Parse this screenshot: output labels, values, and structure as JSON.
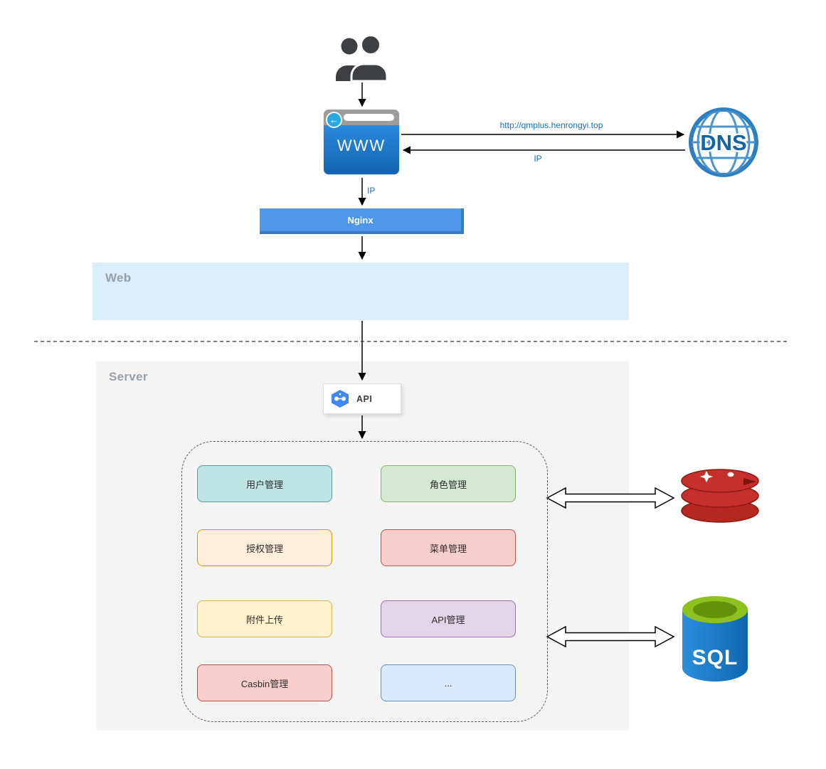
{
  "browser": {
    "label": "WWW"
  },
  "dns": {
    "label": "DNS"
  },
  "connections": {
    "browser_to_dns": "http://qmplus.henrongyi.top",
    "dns_to_browser": "IP",
    "browser_to_nginx": "IP"
  },
  "nginx": {
    "label": "Nginx"
  },
  "regions": {
    "web": "Web",
    "server": "Server"
  },
  "api": {
    "label": "API"
  },
  "modules": [
    {
      "label": "用户管理",
      "fill": "#bfe2e2",
      "border": "#5f9ea0"
    },
    {
      "label": "角色管理",
      "fill": "#d5e8d4",
      "border": "#82b366"
    },
    {
      "label": "授权管理",
      "fill": "#ffeedb",
      "border": "#d79b00"
    },
    {
      "label": "菜单管理",
      "fill": "#f8cecc",
      "border": "#b85450"
    },
    {
      "label": "附件上传",
      "fill": "#fff2cc",
      "border": "#d6b656"
    },
    {
      "label": "API管理",
      "fill": "#e1d5e7",
      "border": "#9673a6"
    },
    {
      "label": "Casbin管理",
      "fill": "#f8cecc",
      "border": "#b85450"
    },
    {
      "label": "...",
      "fill": "#dae8fc",
      "border": "#6c8ebf"
    }
  ],
  "sql": {
    "label": "SQL"
  },
  "icons": {
    "users": "users-icon",
    "browser_back": "back-arrow-icon",
    "dns_globe": "dns-globe-icon",
    "api_hexagon": "api-hexagon-icon",
    "redis": "redis-database-icon",
    "sql": "sql-database-icon"
  },
  "colors": {
    "link_label": "#1b6ec2",
    "nginx_fill": "#4e97e9",
    "web_region_fill": "#dcedfa",
    "server_region_fill": "#f4f4f4"
  }
}
